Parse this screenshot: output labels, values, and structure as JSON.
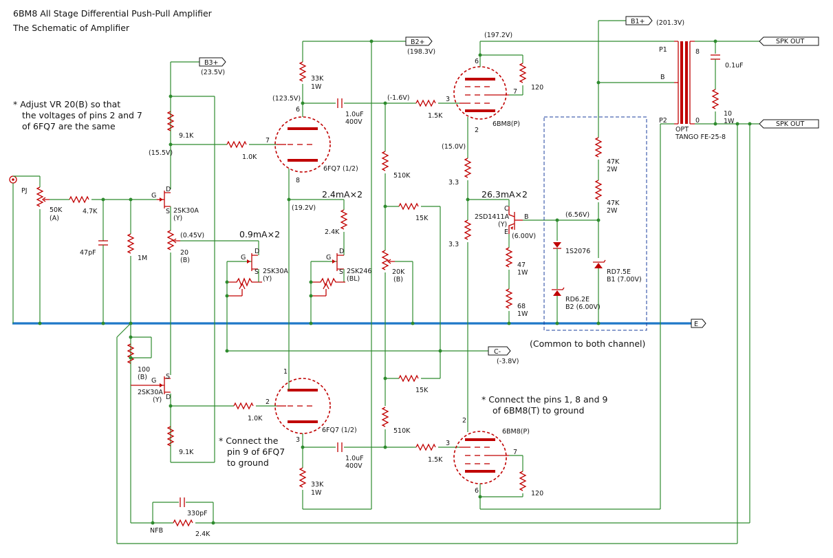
{
  "title": "6BM8 All Stage Differential Push-Pull Amplifier",
  "subtitle": "The Schematic of Amplifier",
  "notes": {
    "adjust_l1": "* Adjust VR 20(B) so that",
    "adjust_l2": "the voltages of pins 2 and 7",
    "adjust_l3": "of 6FQ7 are the same",
    "pin9_l1": "* Connect the",
    "pin9_l2": "pin 9 of 6FQ7",
    "pin9_l3": "to ground",
    "pins189_l1": "* Connect the pins 1, 8 and 9",
    "pins189_l2": "of 6BM8(T) to ground",
    "common": "(Common to both channel)"
  },
  "rails": {
    "b1": "B1+",
    "b1_v": "(201.3V)",
    "b2": "B2+",
    "b2_v": "(198.3V)",
    "b3": "B3+",
    "b3_v": "(23.5V)",
    "c": "C-",
    "c_v": "(-3.8V)",
    "e": "E",
    "spk1": "SPK OUT",
    "spk2": "SPK OUT"
  },
  "voltages": {
    "v197": "(197.2V)",
    "v123": "(123.5V)",
    "vm16": "(-1.6V)",
    "v15": "(15.0V)",
    "v155": "(15.5V)",
    "v045": "(0.45V)",
    "v192": "(19.2V)",
    "v656": "(6.56V)",
    "v600": "(6.00V)"
  },
  "currents": {
    "i1": "0.9mA×2",
    "i2": "2.4mA×2",
    "i3": "26.3mA×2"
  },
  "components": {
    "pj": "PJ",
    "vr50": "50K",
    "vr50b": "(A)",
    "r47k": "4.7K",
    "c47p": "47pF",
    "r1m": "1M",
    "r91k_a": "9.1K",
    "r91k_b": "9.1K",
    "r10k_a": "1.0K",
    "r10k_b": "1.0K",
    "vr20": "20",
    "vr20b": "(B)",
    "vr100": "100",
    "vr100b": "(B)",
    "fet_top": "2SK30A",
    "fet_top_y": "(Y)",
    "fet_bot": "2SK30A",
    "fet_bot_y": "(Y)",
    "fet_cs": "2SK30A",
    "fet_cs_y": "(Y)",
    "fet_246": "2SK246",
    "fet_246_bl": "(BL)",
    "r24k": "2.4K",
    "r33k_a": "33K",
    "r33k_a_w": "1W",
    "r33k_b": "33K",
    "r33k_b_w": "1W",
    "c1u_a": "1.0uF",
    "c1u_a_v": "400V",
    "c1u_b": "1.0uF",
    "c1u_b_v": "400V",
    "r510k_a": "510K",
    "r510k_b": "510K",
    "r15k_a": "15K",
    "r15k_b": "15K",
    "vr20k": "20K",
    "vr20k_b": "(B)",
    "r15_a": "1.5K",
    "r15_b": "1.5K",
    "r120_a": "120",
    "r120_b": "120",
    "r33_a": "3.3",
    "r33_b": "3.3",
    "tr": "2SD1411A",
    "tr_y": "(Y)",
    "r47": "47",
    "r47_w": "1W",
    "r68": "68",
    "r68_w": "1W",
    "d1": "1S2076",
    "z2": "RD6.2E",
    "z2_b": "B2 (6.00V)",
    "z1": "RD7.5E",
    "z1_b": "B1 (7.00V)",
    "r47k_a": "47K",
    "r47k_a_w": "2W",
    "r47k_b": "47K",
    "r47k_b_w": "2W",
    "c01u": "0.1uF",
    "r10": "10",
    "r10_w": "1W",
    "opt": "OPT",
    "opt_model": "TANGO FE-25-8",
    "p1": "P1",
    "b": "B",
    "p2": "P2",
    "t8": "8",
    "t0": "0",
    "c330p": "330pF",
    "r24k_nfb": "2.4K",
    "nfb": "NFB",
    "tube_fq7_a": "6FQ7 (1/2)",
    "tube_fq7_b": "6FQ7 (1/2)",
    "tube_bm8_a": "6BM8(P)",
    "tube_bm8_b": "6BM8(P)"
  },
  "pins": {
    "p6a": "6",
    "p7a": "7",
    "p8a": "8",
    "p1b": "1",
    "p2b": "2",
    "p3b": "3",
    "bm_a6": "6",
    "bm_a3": "3",
    "bm_a7": "7",
    "bm_a2": "2",
    "bm_b2": "2",
    "bm_b3": "3",
    "bm_b7": "7",
    "bm_b6": "6",
    "g1": "G",
    "d1": "D",
    "s1": "S",
    "g2": "G",
    "s2": "S",
    "d2": "D",
    "g3": "G",
    "d3": "D",
    "s3": "S",
    "g4": "G",
    "d4": "D",
    "s4": "S",
    "tc": "C",
    "tb": "B",
    "te": "E"
  }
}
